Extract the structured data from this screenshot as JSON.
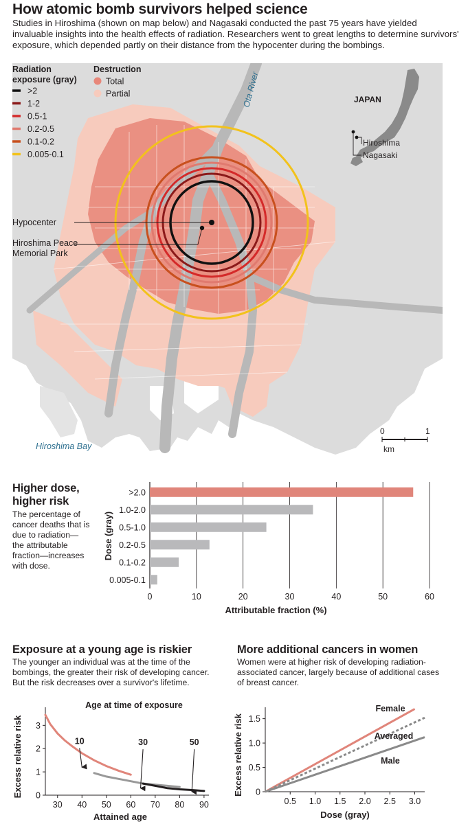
{
  "header": {
    "title": "How atomic bomb survivors helped science",
    "intro": "Studies in Hiroshima (shown on map below) and Nagasaki conducted the past 75 years have yielded invaluable insights into the health effects of radiation. Researchers went to great lengths to determine survivors' exposure, which depended partly on their distance from the hypocenter during the bombings."
  },
  "map": {
    "legend_exposure_title": [
      "Radiation",
      "exposure (gray)"
    ],
    "legend_exposure": [
      {
        "label": ">2",
        "color": "#111111"
      },
      {
        "label": "1-2",
        "color": "#8b1a1a"
      },
      {
        "label": "0.5-1",
        "color": "#d42a2a"
      },
      {
        "label": "0.2-0.5",
        "color": "#e07a6f"
      },
      {
        "label": "0.1-0.2",
        "color": "#c8501e"
      },
      {
        "label": "0.005-0.1",
        "color": "#f2c21c"
      }
    ],
    "legend_destruction_title": "Destruction",
    "legend_destruction": [
      {
        "label": "Total",
        "color": "#e8877a"
      },
      {
        "label": "Partial",
        "color": "#f7cbbd"
      }
    ],
    "river_label": "Ota River",
    "bay_label": "Hiroshima Bay",
    "hypocenter_label": "Hypocenter",
    "park_label": [
      "Hiroshima Peace",
      "Memorial Park"
    ],
    "inset": {
      "country": "JAPAN",
      "city1": "Hiroshima",
      "city2": "Nagasaki"
    },
    "scale": {
      "start": "0",
      "end": "1",
      "unit": "km"
    },
    "colors": {
      "land": "#dcdcdc",
      "water": "#ffffff",
      "river": "#b8b8b8",
      "street": "#ffffff"
    }
  },
  "dose_chart": {
    "title": [
      "Higher dose,",
      "higher risk"
    ],
    "description": [
      "The percentage of",
      "cancer deaths that is",
      "due to radiation—",
      "the attributable",
      "fraction—increases",
      "with dose."
    ],
    "chart_data": {
      "type": "bar",
      "orientation": "horizontal",
      "categories": [
        ">2.0",
        "1.0-2.0",
        "0.5-1.0",
        "0.2-0.5",
        "0.1-0.2",
        "0.005-0.1"
      ],
      "values": [
        56.5,
        35,
        25,
        12.8,
        6.2,
        1.6
      ],
      "highlight_index": 0,
      "xlabel": "Attributable fraction (%)",
      "ylabel": "Dose (gray)",
      "xlim": [
        0,
        60
      ],
      "xticks": [
        0,
        10,
        20,
        30,
        40,
        50,
        60
      ],
      "grid": "vertical",
      "colors": {
        "highlight": "#e0857a",
        "bar": "#b9b9bb"
      }
    }
  },
  "age_chart": {
    "title": "Exposure at a young age is riskier",
    "description": [
      "The younger an individual was at the time of the",
      "bombings, the greater their risk of developing cancer.",
      "But the risk decreases over a survivor's lifetime."
    ],
    "chart_data": {
      "type": "line",
      "title": "Age at time of exposure",
      "xlabel": "Attained age",
      "ylabel": "Excess relative risk",
      "xlim": [
        25,
        92
      ],
      "xticks": [
        30,
        40,
        50,
        60,
        70,
        80,
        90
      ],
      "ylim": [
        0,
        3.6
      ],
      "yticks": [
        0,
        1,
        2,
        3
      ],
      "series": [
        {
          "name": "10",
          "color": "#e0857a",
          "x": [
            25,
            27,
            30,
            33,
            36,
            40,
            45,
            50,
            55,
            60
          ],
          "y": [
            3.45,
            3.05,
            2.65,
            2.35,
            2.1,
            1.8,
            1.5,
            1.25,
            1.05,
            0.88
          ]
        },
        {
          "name": "30",
          "color": "#999999",
          "x": [
            45,
            50,
            55,
            60,
            65,
            70,
            75,
            80
          ],
          "y": [
            0.95,
            0.8,
            0.7,
            0.6,
            0.5,
            0.45,
            0.4,
            0.35
          ]
        },
        {
          "name": "50",
          "color": "#231f20",
          "x": [
            65,
            70,
            75,
            80,
            85,
            90
          ],
          "y": [
            0.5,
            0.4,
            0.3,
            0.25,
            0.22,
            0.18
          ]
        }
      ],
      "annotations": [
        {
          "label": "10",
          "x": 39,
          "y": 2.2,
          "arrow_to": [
            40,
            1.2
          ]
        },
        {
          "label": "30",
          "x": 65,
          "y": 2.15,
          "arrow_to": [
            64,
            0.3
          ]
        },
        {
          "label": "50",
          "x": 86,
          "y": 2.15,
          "arrow_to": [
            85,
            0.15
          ]
        }
      ]
    }
  },
  "sex_chart": {
    "title": "More additional cancers in women",
    "description": [
      "Women were at higher risk of developing radiation-",
      "associated cancer, largely because of additional cases",
      "of breast cancer."
    ],
    "chart_data": {
      "type": "line",
      "xlabel": "Dose (gray)",
      "ylabel": "Excess relative risk",
      "xlim": [
        0,
        3.2
      ],
      "xticks": [
        0.5,
        1.0,
        1.5,
        2.0,
        2.5,
        3.0
      ],
      "ylim": [
        0,
        1.65
      ],
      "yticks": [
        0,
        0.5,
        1.0,
        1.5
      ],
      "series": [
        {
          "name": "Female",
          "color": "#e0857a",
          "dash": false,
          "x": [
            0,
            3.0
          ],
          "y": [
            0,
            1.7
          ]
        },
        {
          "name": "Averaged",
          "color": "#8a8a8a",
          "dash": true,
          "x": [
            0,
            3.2
          ],
          "y": [
            0,
            1.52
          ]
        },
        {
          "name": "Male",
          "color": "#8a8a8a",
          "dash": false,
          "x": [
            0,
            3.2
          ],
          "y": [
            0,
            1.12
          ]
        }
      ]
    }
  }
}
